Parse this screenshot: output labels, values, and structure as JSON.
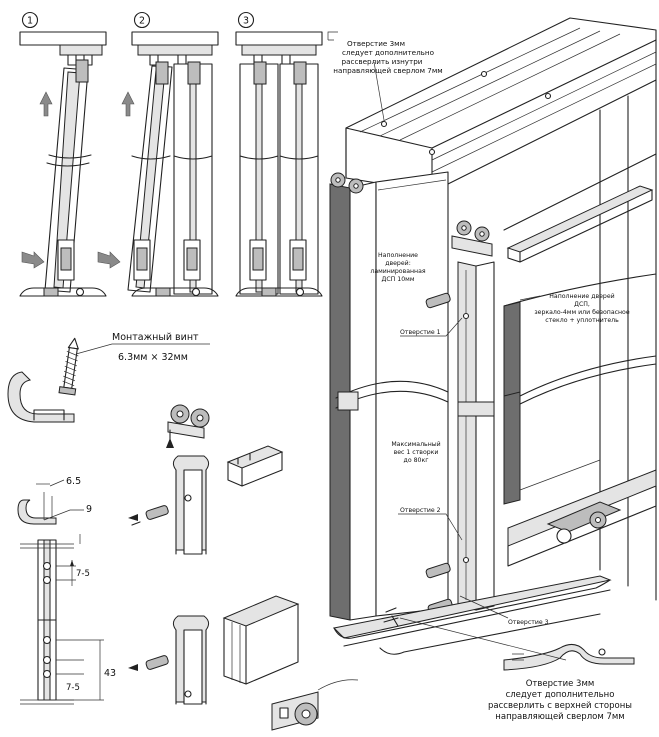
{
  "steps": [
    "1",
    "2",
    "3"
  ],
  "notes": {
    "hole_top": [
      "Отверстие   3мм",
      "следует дополнительно",
      "рассверлить изнутри",
      "направляющей сверлом   7мм"
    ],
    "fill_left": [
      "Наполнение",
      "дверей:",
      "ламинированная",
      "ДСП 10мм"
    ],
    "fill_right": [
      "Наполнение дверей",
      "ДСП,",
      "зеркало-4мм или безопасное",
      "стекло + уплотнитель"
    ],
    "hole1": "Отверстие 1",
    "max_weight": [
      "Максимальный",
      "вес 1 створки",
      "до 80кг"
    ],
    "hole2": "Отверстие 2",
    "hole3": "Отверстие 3",
    "hole_bottom": [
      "Отверстие   3мм",
      "следует дополнительно",
      "рассверлить с верхней стороны",
      "направляющей сверлом   7мм"
    ]
  },
  "screw": {
    "title": "Монтажный винт",
    "size": "6.3мм × 32мм"
  },
  "dimensions": {
    "d1": "6.5",
    "d2": "9",
    "d3": "7-5",
    "d4": "43",
    "d5": "7-5"
  }
}
